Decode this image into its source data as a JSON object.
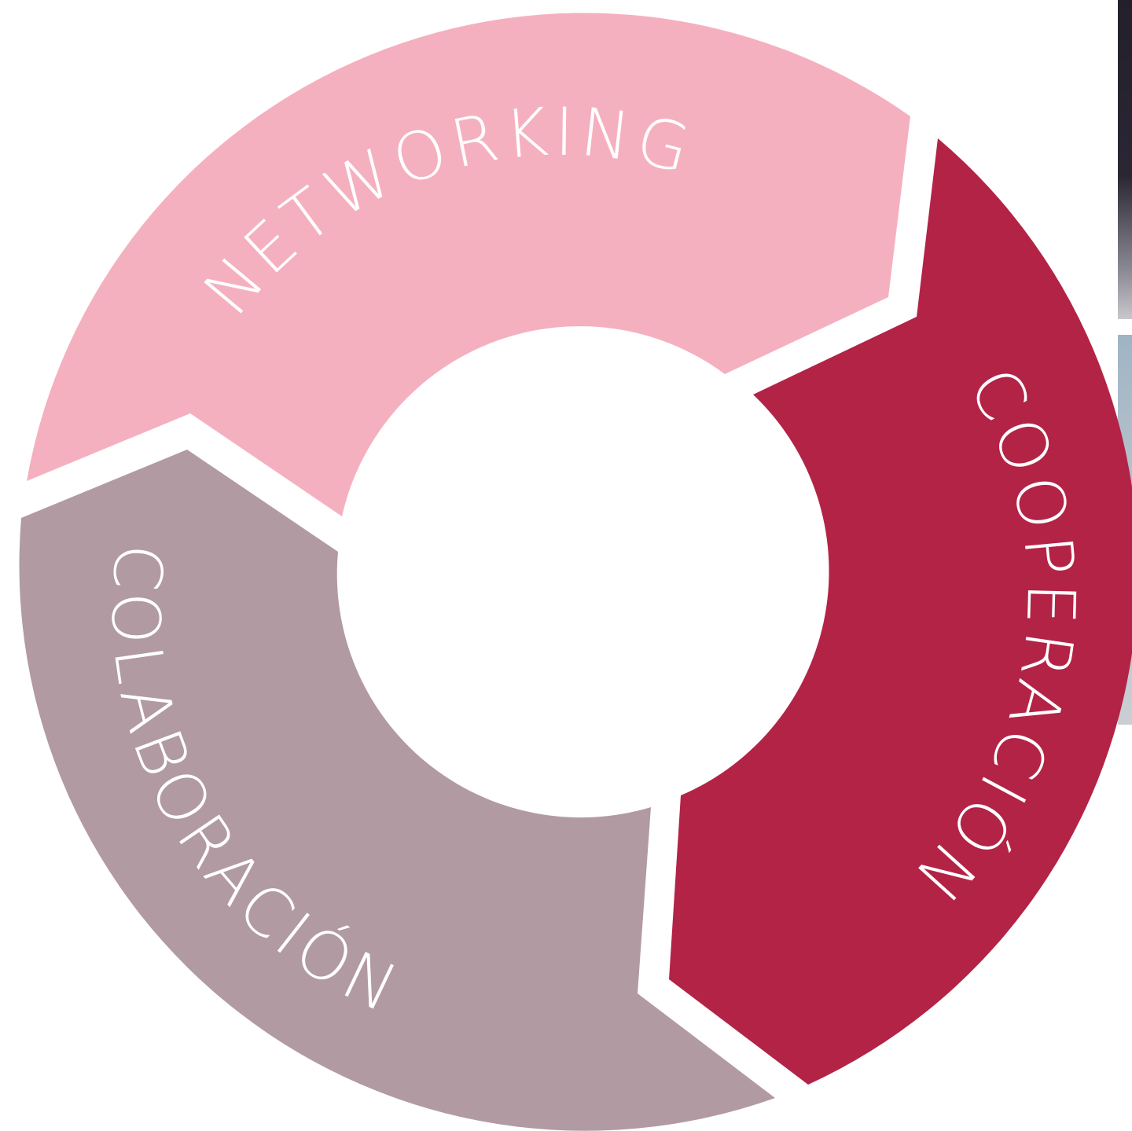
{
  "diagram": {
    "segments": [
      {
        "id": "networking",
        "label": "NETWORKING",
        "color": "#f5b0bf"
      },
      {
        "id": "cooperacion",
        "label": "COOPERACIÓN",
        "color": "#b32346"
      },
      {
        "id": "colaboracion",
        "label": "COLABORACIÓN",
        "color": "#b19aa1"
      }
    ],
    "hub_color": "#ffffff",
    "photo_colors": {
      "top": "#24212d",
      "bottom": "#b3c1cb"
    }
  }
}
